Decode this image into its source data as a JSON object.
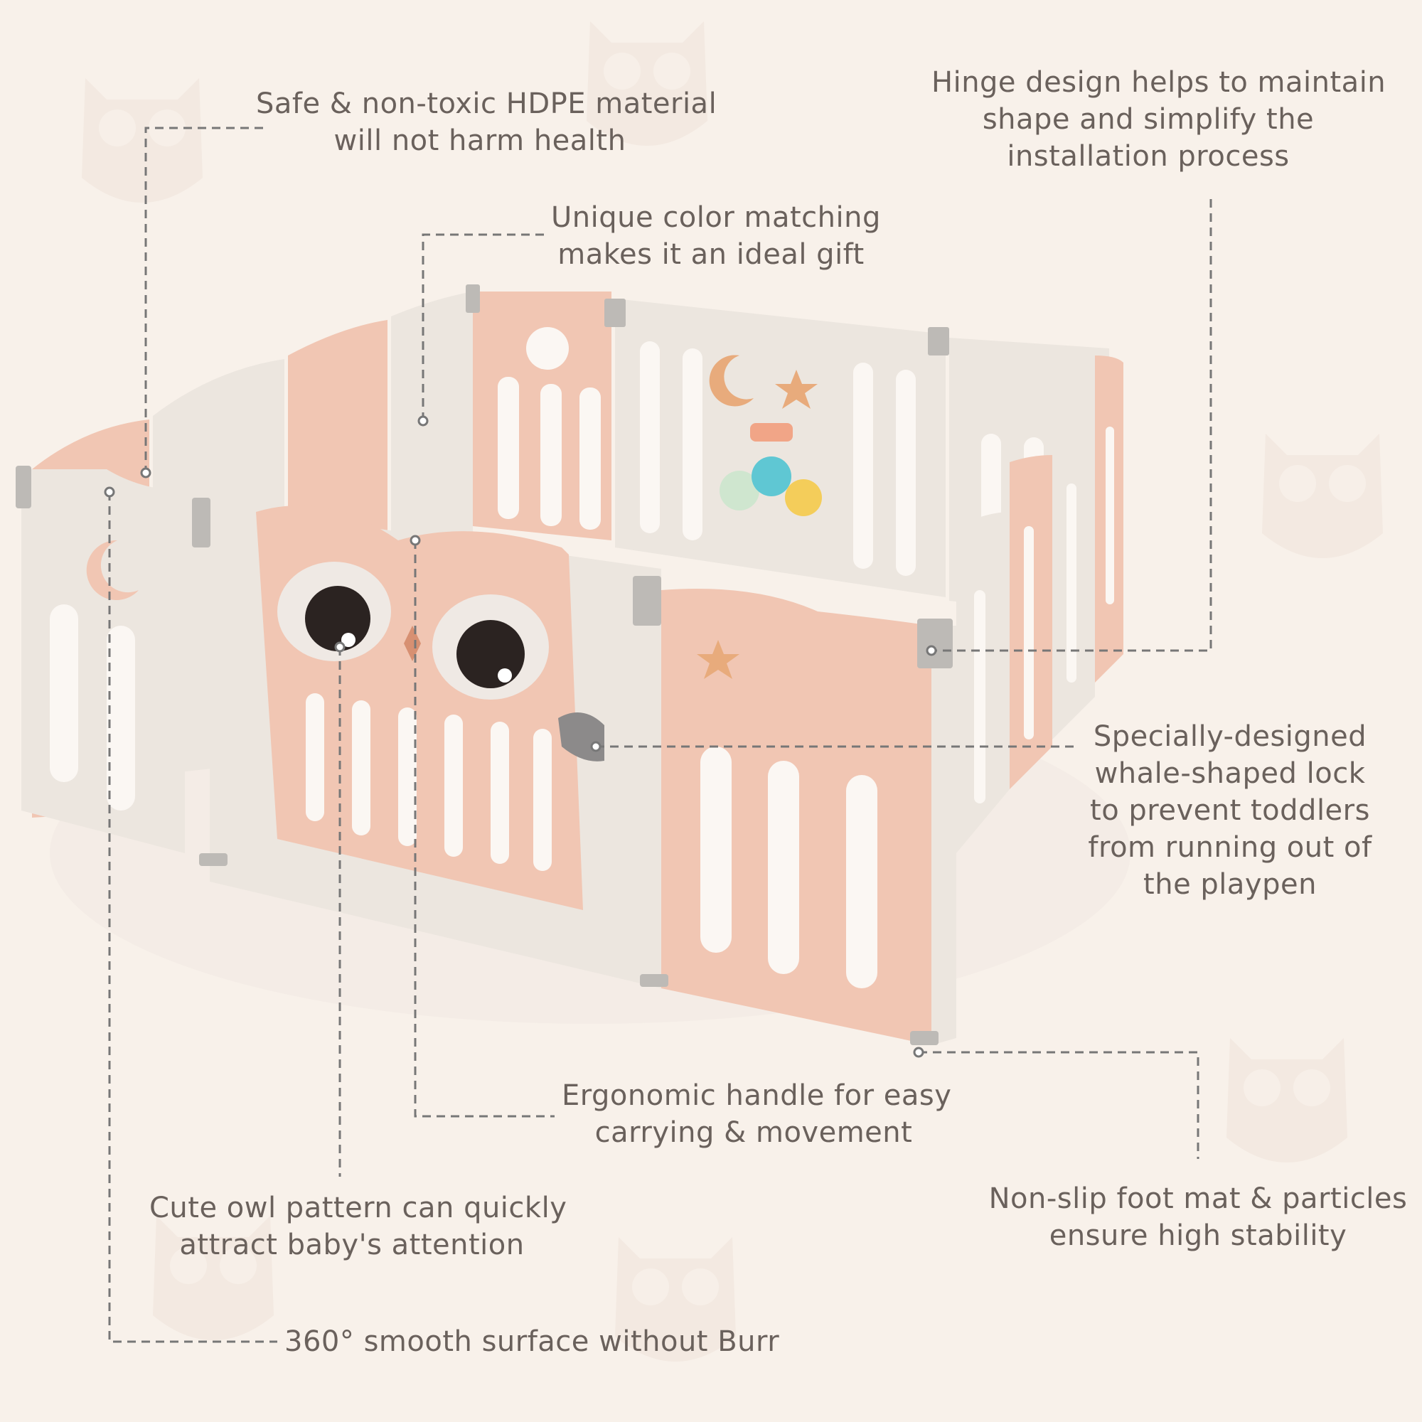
{
  "callouts": {
    "material": {
      "lines": [
        "Safe & non-toxic HDPE material",
        "will not harm health"
      ]
    },
    "hinge": {
      "lines": [
        "Hinge design helps to maintain",
        "shape and simplify the",
        "installation process"
      ]
    },
    "color": {
      "lines": [
        "Unique color matching",
        "makes it an ideal gift"
      ]
    },
    "lock": {
      "lines": [
        "Specially-designed",
        "whale-shaped lock",
        "to prevent toddlers",
        "from running out of",
        "the playpen"
      ]
    },
    "handle": {
      "lines": [
        "Ergonomic handle for easy",
        "carrying & movement"
      ]
    },
    "owl": {
      "lines": [
        "Cute owl pattern can quickly",
        "attract baby's attention"
      ]
    },
    "footmat": {
      "lines": [
        "Non-slip foot mat & particles",
        "ensure high stability"
      ]
    },
    "surface": {
      "lines": [
        "360° smooth surface without Burr"
      ]
    }
  },
  "colors": {
    "background": "#f8f1ea",
    "panel_pink": "#f1c6b3",
    "panel_cream": "#ece6df",
    "hinge_grey": "#bdbab6",
    "text": "#6a615c"
  },
  "icons": {
    "owl_eyes": "owl-face-icon",
    "moon": "moon-icon",
    "star": "star-icon",
    "gears": "gear-toy-icon",
    "lock": "whale-lock-icon"
  }
}
